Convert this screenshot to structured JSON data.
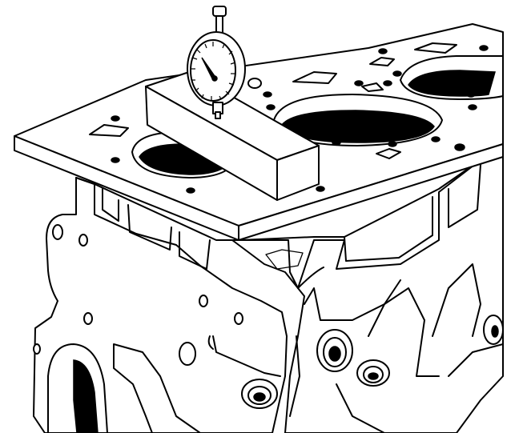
{
  "figure": {
    "subject": "cylinder-block-deck-flatness-check",
    "tools": [
      "dial-gauge",
      "straight-edge-bar"
    ],
    "colors": {
      "line": "#000000",
      "background": "#ffffff"
    }
  }
}
